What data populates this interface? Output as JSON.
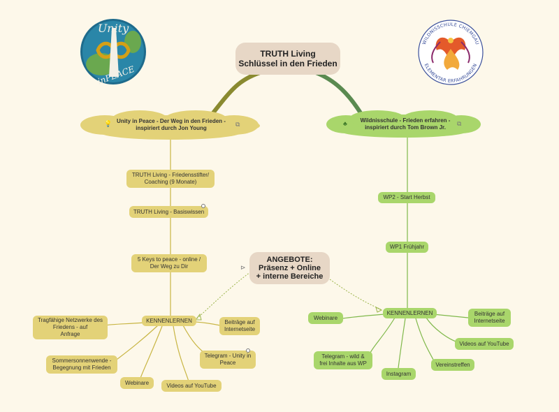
{
  "center": {
    "title_line1": "TRUTH Living",
    "title_line2": "Schlüssel in den Frieden"
  },
  "left_logo": {
    "text_top": "Unity",
    "text_bottom": "inPEACE"
  },
  "right_logo": {
    "text_top": "WILDNISSCHULE CHIEMGAU",
    "text_bottom": "ELEMENTAR ERFAHRUNGEN"
  },
  "unity": {
    "title_line1": "Unity in Peace - Der Weg in den Frieden -",
    "title_line2": "inspiriert durch Jon Young",
    "icon": "lightbulb-icon",
    "children": [
      {
        "line1": "TRUTH Living - Friedensstifter/",
        "line2": "Coaching (9 Monate)"
      },
      {
        "line1": "TRUTH Living - Basiswissen",
        "line2": ""
      },
      {
        "line1": "5 Keys to peace - online /",
        "line2": "Der Weg zu Dir"
      }
    ],
    "kennenlernen": {
      "label": "KENNENLERNEN",
      "items": [
        {
          "line1": "Tragfähige Netzwerke des",
          "line2": "Friedens - auf",
          "line3": "Anfrage"
        },
        {
          "line1": "Beiträge auf",
          "line2": "Internetseite"
        },
        {
          "line1": "Sommersonnenwende -",
          "line2": "Begegnung mit Frieden"
        },
        {
          "line1": "Telegram - Unity in",
          "line2": "Peace"
        },
        {
          "line1": "Webinare"
        },
        {
          "line1": "Videos auf YouTube"
        }
      ]
    }
  },
  "wild": {
    "title_line1": "Wildnisschule - Frieden erfahren -",
    "title_line2": "inspiriert durch Tom Brown Jr.",
    "icon": "tree-icon",
    "children": [
      {
        "line1": "WP2 - Start Herbst"
      },
      {
        "line1": "WP1 Frühjahr"
      }
    ],
    "kennenlernen": {
      "label": "KENNENLERNEN",
      "items": [
        {
          "line1": "Webinare"
        },
        {
          "line1": "Beiträge auf",
          "line2": "Internetseite"
        },
        {
          "line1": "Videos auf YouTube"
        },
        {
          "line1": "Telegram - wild &",
          "line2": "frei Inhalte aus WP"
        },
        {
          "line1": "Instagram"
        },
        {
          "line1": "Vereinstreffen"
        }
      ]
    }
  },
  "angebote": {
    "line1": "ANGEBOTE:",
    "line2": "Präsenz + Online",
    "line3": "+ interne Bereiche"
  },
  "colors": {
    "background": "#fdf8ea",
    "yellow": "#e3d278",
    "green": "#a9d66b",
    "center": "#e7d7c6",
    "yellow_line": "#c8b543",
    "green_line": "#7fb84a"
  }
}
